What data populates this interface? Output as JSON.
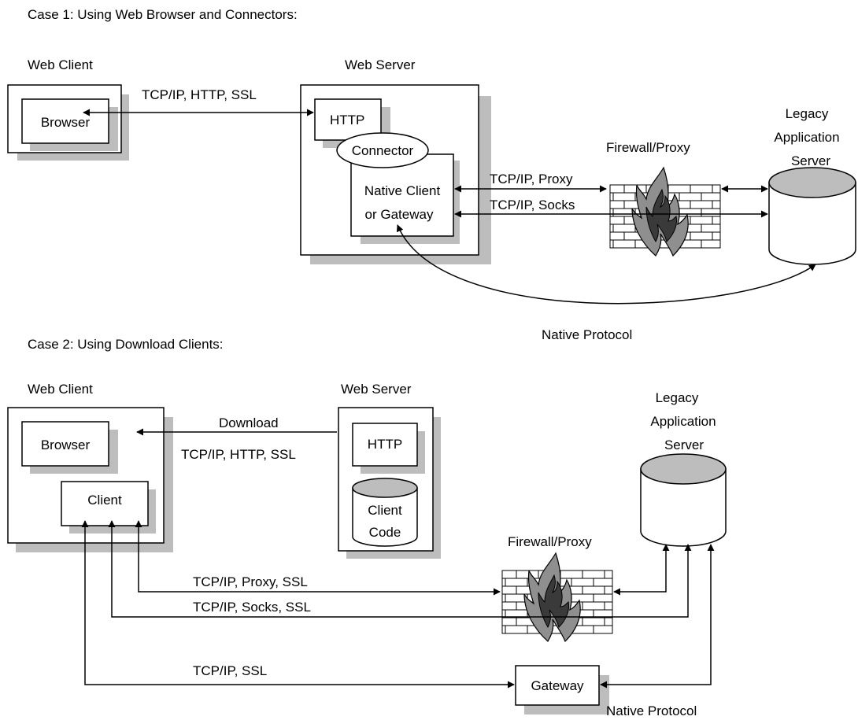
{
  "case1": {
    "heading": "Case 1: Using Web Browser and Connectors:",
    "web_client_title": "Web Client",
    "browser_label": "Browser",
    "web_server_title": "Web Server",
    "http_label": "HTTP",
    "connector_label": "Connector",
    "native_client_line1": "Native Client",
    "native_client_line2": "or Gateway",
    "firewall_label": "Firewall/Proxy",
    "legacy_line1": "Legacy",
    "legacy_line2": "Application",
    "legacy_line3": "Server",
    "link_browser_http": "TCP/IP, HTTP, SSL",
    "link_proxy": "TCP/IP, Proxy",
    "link_socks": "TCP/IP, Socks",
    "native_protocol": "Native Protocol"
  },
  "case2": {
    "heading": "Case 2: Using Download Clients:",
    "web_client_title": "Web Client",
    "browser_label": "Browser",
    "client_label": "Client",
    "web_server_title": "Web Server",
    "http_label": "HTTP",
    "client_code_line1": "Client",
    "client_code_line2": "Code",
    "download_label": "Download",
    "download_protocol": "TCP/IP, HTTP, SSL",
    "legacy_line1": "Legacy",
    "legacy_line2": "Application",
    "legacy_line3": "Server",
    "firewall_label": "Firewall/Proxy",
    "link_proxy_ssl": "TCP/IP, Proxy, SSL",
    "link_socks_ssl": "TCP/IP, Socks, SSL",
    "link_ssl": "TCP/IP, SSL",
    "gateway_label": "Gateway",
    "native_protocol": "Native Protocol"
  },
  "colors": {
    "shadow": "#bdbdbd",
    "flame_outer": "#8f8f8f",
    "flame_inner": "#3a3a3a",
    "line": "#000000"
  }
}
